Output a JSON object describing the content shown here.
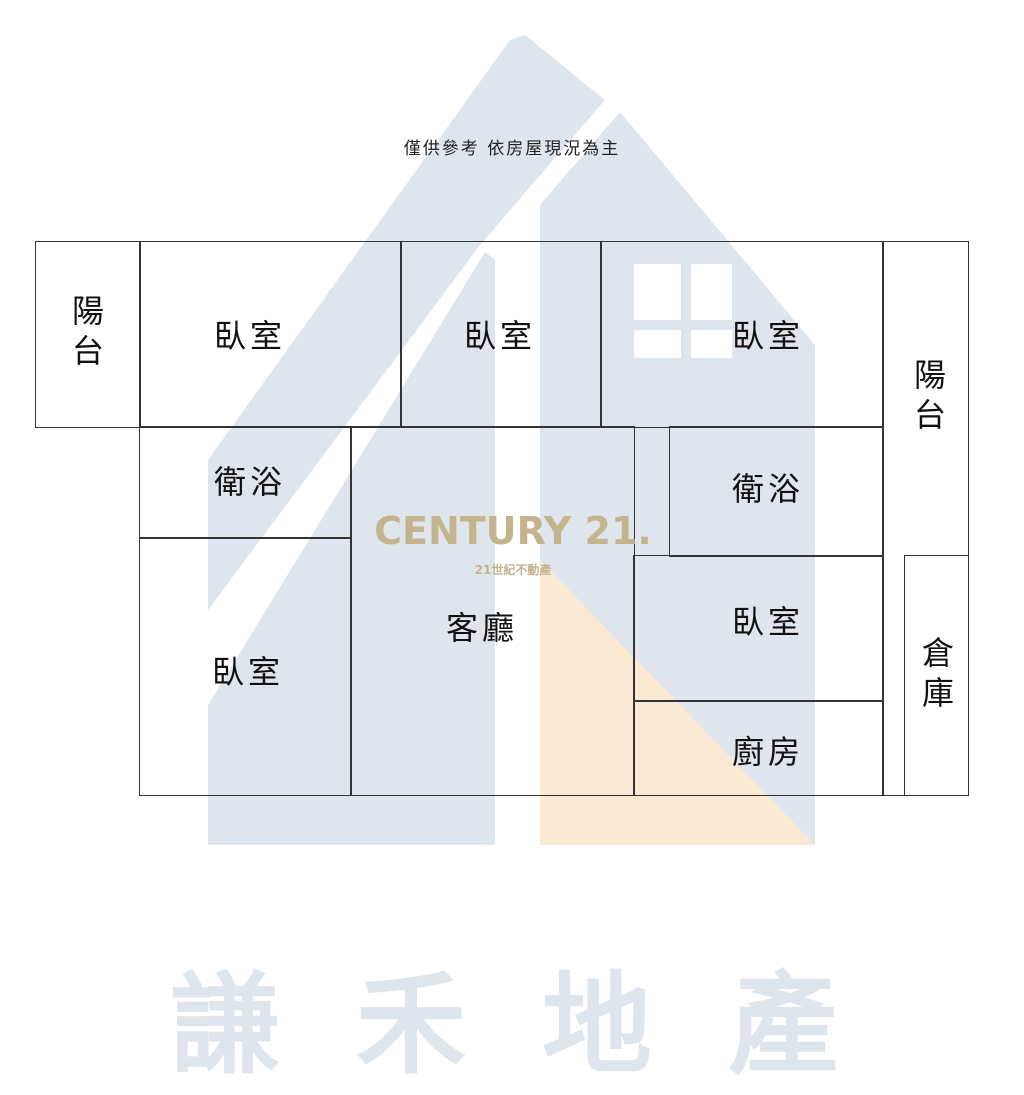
{
  "note": "僅供參考 依房屋現況為主",
  "rooms": {
    "balcony_left": "陽台",
    "bedroom_1": "臥室",
    "bedroom_2": "臥室",
    "bedroom_3": "臥室",
    "balcony_right": "陽台",
    "bath_left": "衛浴",
    "bath_right": "衛浴",
    "living_room": "客廳",
    "bedroom_4": "臥室",
    "bedroom_5": "臥室",
    "kitchen": "廚房",
    "storage": "倉庫"
  },
  "watermark": {
    "brand": "CENTURY 21.",
    "brand_sub": "21世紀不動產",
    "company": "謙禾地產",
    "colors": {
      "house": "#dfe5ec",
      "accent": "#fbe9d4",
      "brand": "#c4b48d"
    }
  }
}
